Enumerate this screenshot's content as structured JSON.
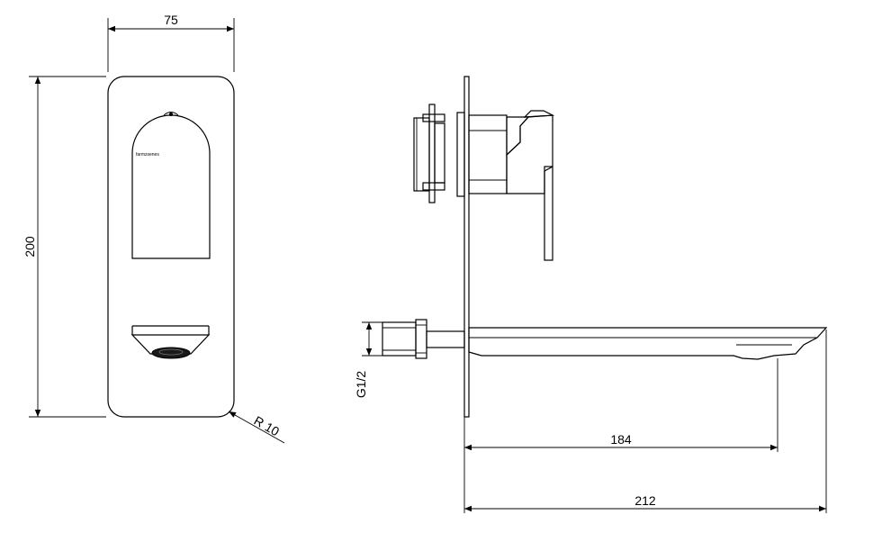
{
  "drawing": {
    "dimensions": {
      "front_width": "75",
      "front_height": "200",
      "corner_radius": "R 10",
      "thread": "G1/2",
      "spout_reach": "184",
      "overall_depth": "212"
    },
    "brand_mark": "farmzsenes"
  }
}
